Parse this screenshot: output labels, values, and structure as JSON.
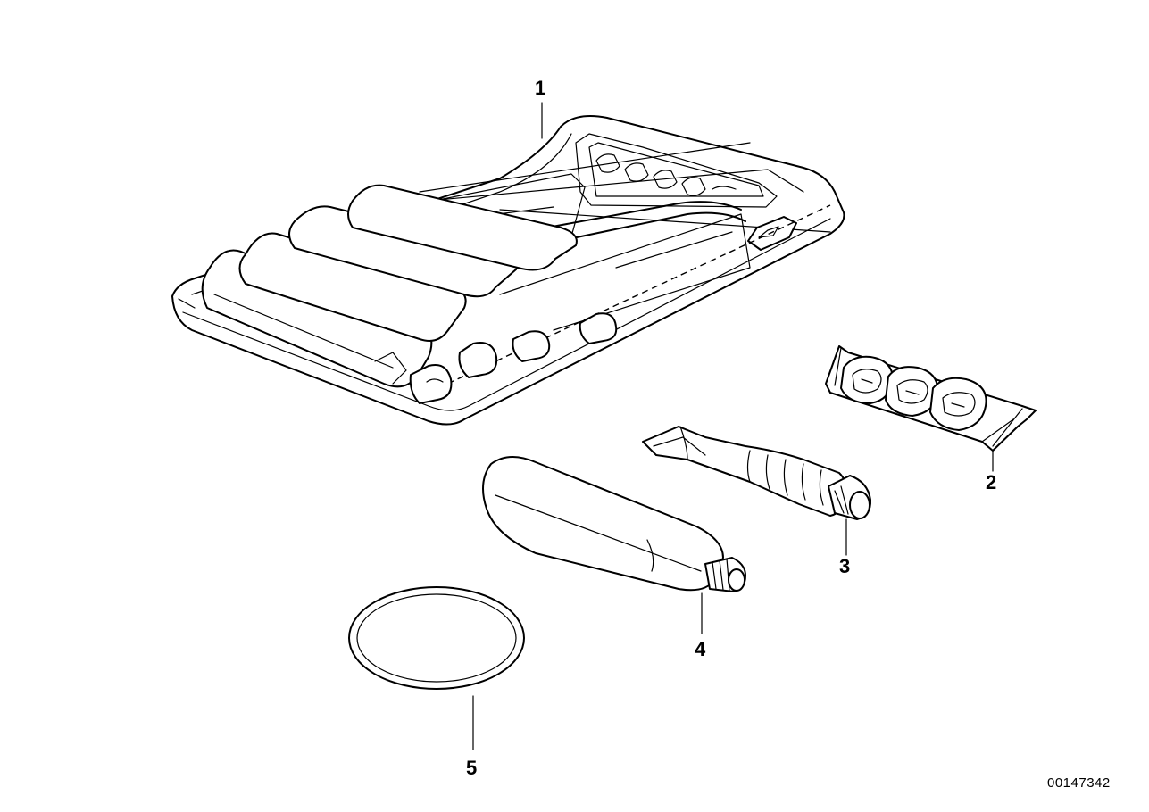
{
  "diagram": {
    "callouts": [
      {
        "id": "1",
        "label": "1"
      },
      {
        "id": "2",
        "label": "2"
      },
      {
        "id": "3",
        "label": "3"
      },
      {
        "id": "4",
        "label": "4"
      },
      {
        "id": "5",
        "label": "5"
      }
    ],
    "document_number": "00147342",
    "colors": {
      "line": "#000000",
      "background": "#ffffff"
    }
  }
}
